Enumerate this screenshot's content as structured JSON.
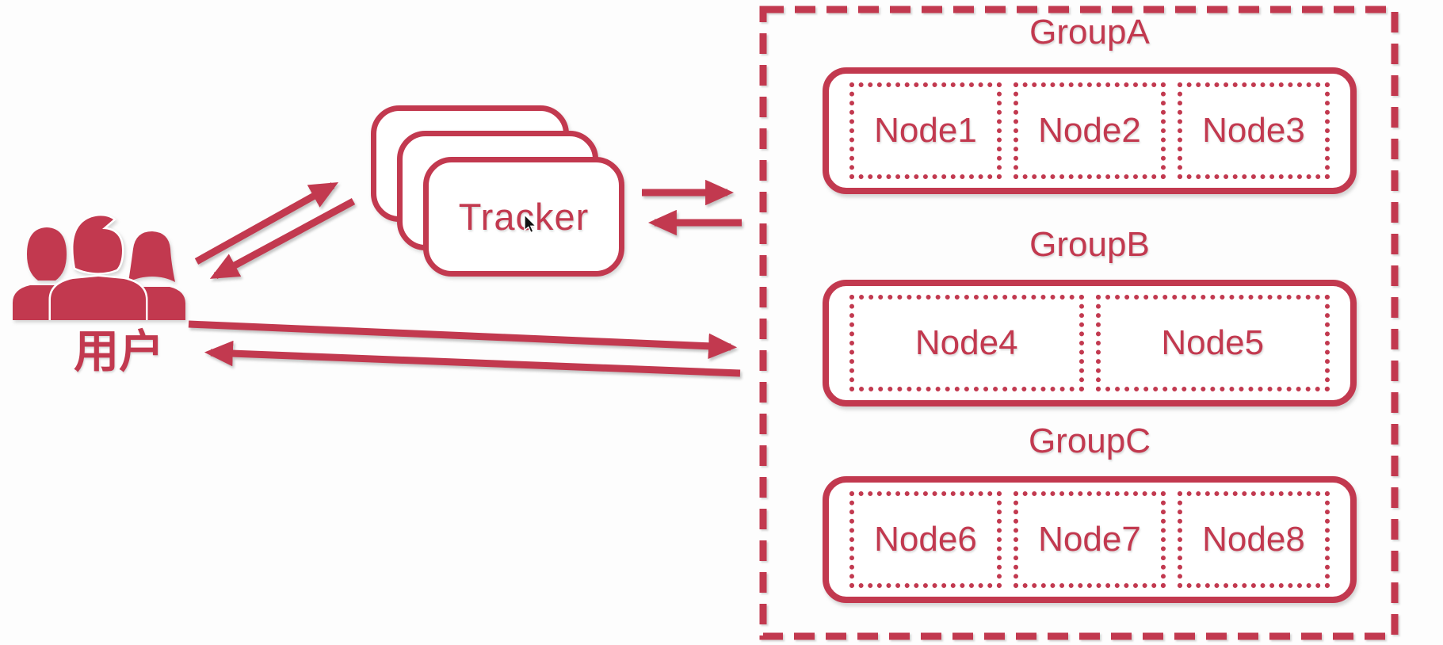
{
  "canvas": {
    "background": "#fdfdfd",
    "accent": "#c2394f"
  },
  "users": {
    "label": "用户"
  },
  "tracker": {
    "label": "Tracker"
  },
  "cluster": {
    "groups": [
      {
        "label": "GroupA",
        "nodes": [
          "Node1",
          "Node2",
          "Node3"
        ]
      },
      {
        "label": "GroupB",
        "nodes": [
          "Node4",
          "Node5"
        ]
      },
      {
        "label": "GroupC",
        "nodes": [
          "Node6",
          "Node7",
          "Node8"
        ]
      }
    ]
  },
  "connections": [
    {
      "from": "users",
      "to": "tracker",
      "type": "paired-arrows-bidirectional"
    },
    {
      "from": "tracker",
      "to": "cluster",
      "type": "paired-arrows-bidirectional"
    },
    {
      "from": "users",
      "to": "cluster",
      "type": "paired-arrows-bidirectional"
    }
  ],
  "icons": {
    "users": "users-group-icon",
    "cursor": "mouse-cursor-icon"
  }
}
